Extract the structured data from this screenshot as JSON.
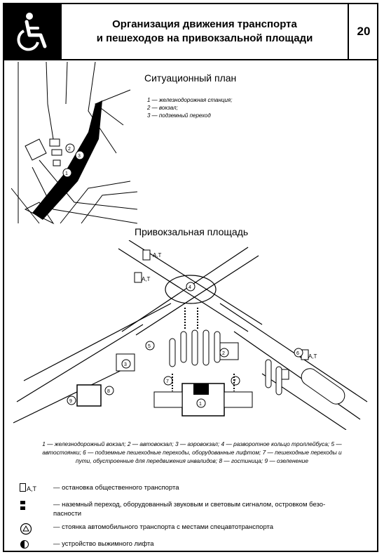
{
  "header": {
    "title_line1": "Организация движения транспорта",
    "title_line2": "и пешеходов на привокзальной площади",
    "number": "20"
  },
  "icons": {
    "logo": "wheelchair-icon"
  },
  "situation_plan": {
    "title": "Ситуационный план",
    "legend": [
      "1 — железнодорожная станция;",
      "2 — вокзал;",
      "3 — подземный переход"
    ],
    "labels": [
      "1",
      "2",
      "3"
    ]
  },
  "station_square": {
    "title": "Привокзальная площадь",
    "stop_label": "А,Т",
    "labels": [
      "1",
      "2",
      "3",
      "4",
      "5",
      "6",
      "7",
      "8",
      "9"
    ]
  },
  "caption": {
    "line1": "1 — железнодорожный вокзал; 2 — автовокзал; 3 — аэровокзал; 4 — разворотное кольцо троллейбуса; 5 —",
    "line2": "автостоянки; 6 — подземные пешеходные переходы, оборудованные лифтом; 7 — пешеходные переходы и",
    "line3": "пути, обустроенные для передвижения инвалидов; 8 — гостиница; 9 — озеленение"
  },
  "legend": {
    "stop_symbol": "А,Т",
    "stop": "— остановка общественного транспорта",
    "crossing": "— наземный переход, оборудованный звуковым и световым сигналом, островком безо-",
    "crossing_cont": "пасности",
    "parking": "— стоянка автомобильного транспорта с местами спецавтотранспорта",
    "lift": "— устройство выжимного лифта"
  }
}
